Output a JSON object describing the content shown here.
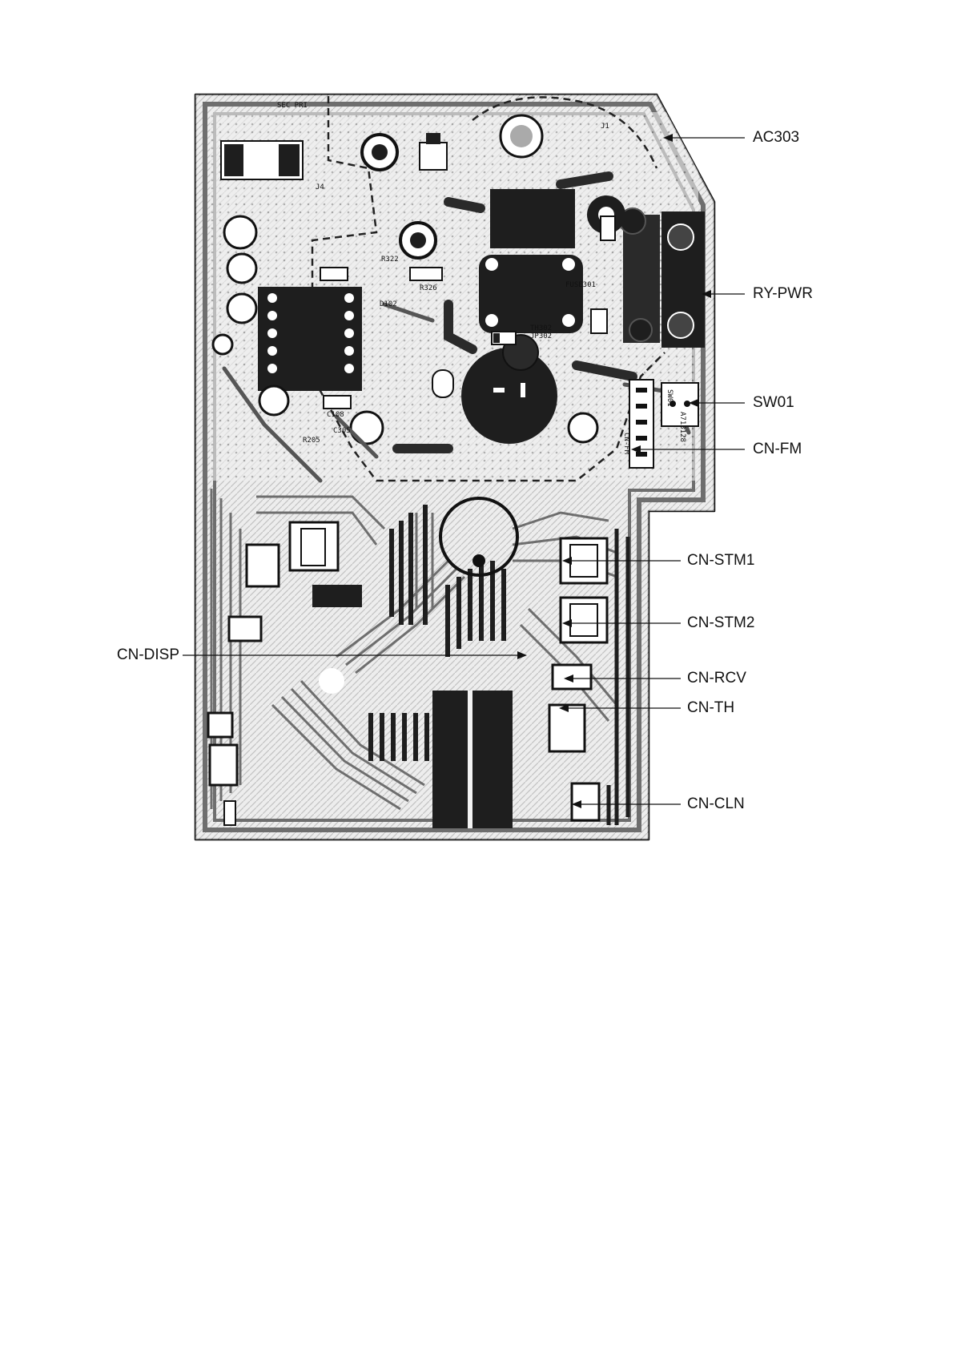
{
  "board": {
    "callouts": {
      "ac303": "AC303",
      "ry_pwr": "RY-PWR",
      "sw01": "SW01",
      "cn_fm": "CN-FM",
      "cn_stm1": "CN-STM1",
      "cn_stm2": "CN-STM2",
      "cn_disp": "CN-DISP",
      "cn_rcv": "CN-RCV",
      "cn_th": "CN-TH",
      "cn_cln": "CN-CLN"
    },
    "silkscreen": {
      "sec_pri_top": "SEC PRI",
      "j1": "J1",
      "j4": "J4",
      "r322": "R322",
      "r326": "R326",
      "fuse301": "FUSE301",
      "c108": "C108",
      "c305": "C305",
      "th302": "TH302",
      "jp302": "JP302",
      "a_code": "A713128",
      "sw01_silk": "SW01",
      "cn_fm_silk": "CN-FM",
      "d102": "D102",
      "r205": "R205"
    }
  },
  "colors": {
    "board_fill": "#f2f2f2",
    "trace": "#6e6e6e",
    "copper": "#1e1e1e",
    "outline": "#111111"
  }
}
